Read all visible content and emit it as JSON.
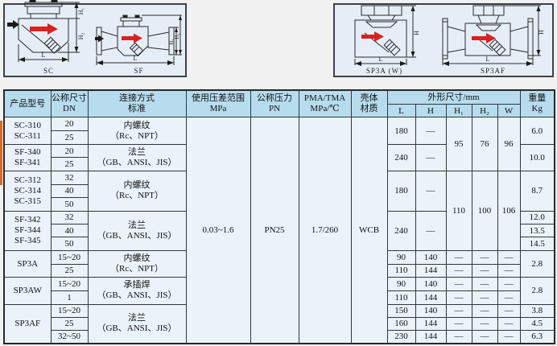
{
  "colors": {
    "page_bg": "#f1f1f1",
    "box_fill": "#e5eef6",
    "box_border": "#3c4148",
    "header_fill": "#b7dcee",
    "cell_fill": "#eaf3fa",
    "arrow_red": "#d92121",
    "accent_strip": "#e2661c"
  },
  "diagrams": {
    "sc": {
      "caption": "SC",
      "dim_h1": "H₁",
      "dim_h2": "H₂",
      "dim_l": "L"
    },
    "sf": {
      "caption": "SF",
      "dim_h1": "H₁",
      "dim_h2": "H₂",
      "dim_l": "L"
    },
    "sp3aw": {
      "caption": "SP3A (W)",
      "dim_h": "H",
      "dim_l": "L"
    },
    "sp3af": {
      "caption": "SP3AF",
      "dim_h": "H",
      "dim_l": "L"
    }
  },
  "table": {
    "header": {
      "product": "产品型号",
      "dn1": "公称尺寸",
      "dn2": "DN",
      "conn1": "连接方式",
      "conn2": "标准",
      "dp1": "使用压差范围",
      "dp2": "MPa",
      "pn1": "公称压力",
      "pn2": "PN",
      "pma1": "PMA/TMA",
      "pma2": "MPa/℃",
      "shell1": "壳体",
      "shell2": "材质",
      "dims": "外形尺寸/mm",
      "wt1": "重量",
      "wt2": "Kg",
      "L": "L",
      "H": "H",
      "H1": "H₁",
      "H2": "H₂",
      "W": "W"
    },
    "shared": {
      "dp": "0.03~1.6",
      "pn": "PN25",
      "pma": "1.7/260",
      "shell": "WCB",
      "dash": "—"
    },
    "g1": {
      "model1": "SC-310",
      "model2": "SC-311",
      "dn1": "20",
      "dn2": "25",
      "conn1": "内螺纹",
      "conn2": "（Rc、NPT）",
      "L": "180",
      "H1": "95",
      "H2": "76",
      "W": "96",
      "wt": "6.0"
    },
    "g2": {
      "model1": "SF-340",
      "model2": "SF-341",
      "dn1": "20",
      "dn2": "25",
      "conn1": "法兰",
      "conn2": "（GB、ANSI、JIS）",
      "L": "240",
      "wt": "10.0"
    },
    "g3": {
      "model1": "SC-312",
      "model2": "SC-314",
      "model3": "SC-315",
      "dn1": "32",
      "dn2": "40",
      "dn3": "50",
      "conn1": "内螺纹",
      "conn2": "（Rc、NPT）",
      "L": "180",
      "H1": "110",
      "H2": "100",
      "W": "106",
      "wt": "8.7"
    },
    "g4": {
      "model1": "SF-342",
      "model2": "SF-344",
      "model3": "SF-345",
      "dn1": "32",
      "dn2": "40",
      "dn3": "50",
      "conn1": "法兰",
      "conn2": "（GB、ANSI、JIS）",
      "L": "240",
      "wt1": "12.0",
      "wt2": "13.5",
      "wt3": "14.5"
    },
    "g5": {
      "model": "SP3A",
      "dn1": "15~20",
      "dn2": "25",
      "conn1": "内螺纹",
      "conn2": "（Rc、NPT）",
      "L1": "90",
      "Ha": "140",
      "L2": "110",
      "Hb": "144",
      "wt": "2.8"
    },
    "g6": {
      "model": "SP3AW",
      "dn1": "15~20",
      "dn2": "1",
      "conn1": "承插焊",
      "conn2": "（GB、ANSI、JIS）",
      "L1": "90",
      "Ha": "140",
      "L2": "110",
      "Hb": "144",
      "wt": "2.8"
    },
    "g7": {
      "model": "SP3AF",
      "dn1": "15~20",
      "dn2": "25",
      "dn3": "32~50",
      "conn1": "法兰",
      "conn2": "（GB、ANSI、JIS）",
      "L1": "150",
      "Ha": "140",
      "L2": "160",
      "Hb": "144",
      "L3": "230",
      "Hc": "144",
      "wt1": "3.8",
      "wt2": "4.5",
      "wt3": "6.3"
    }
  }
}
